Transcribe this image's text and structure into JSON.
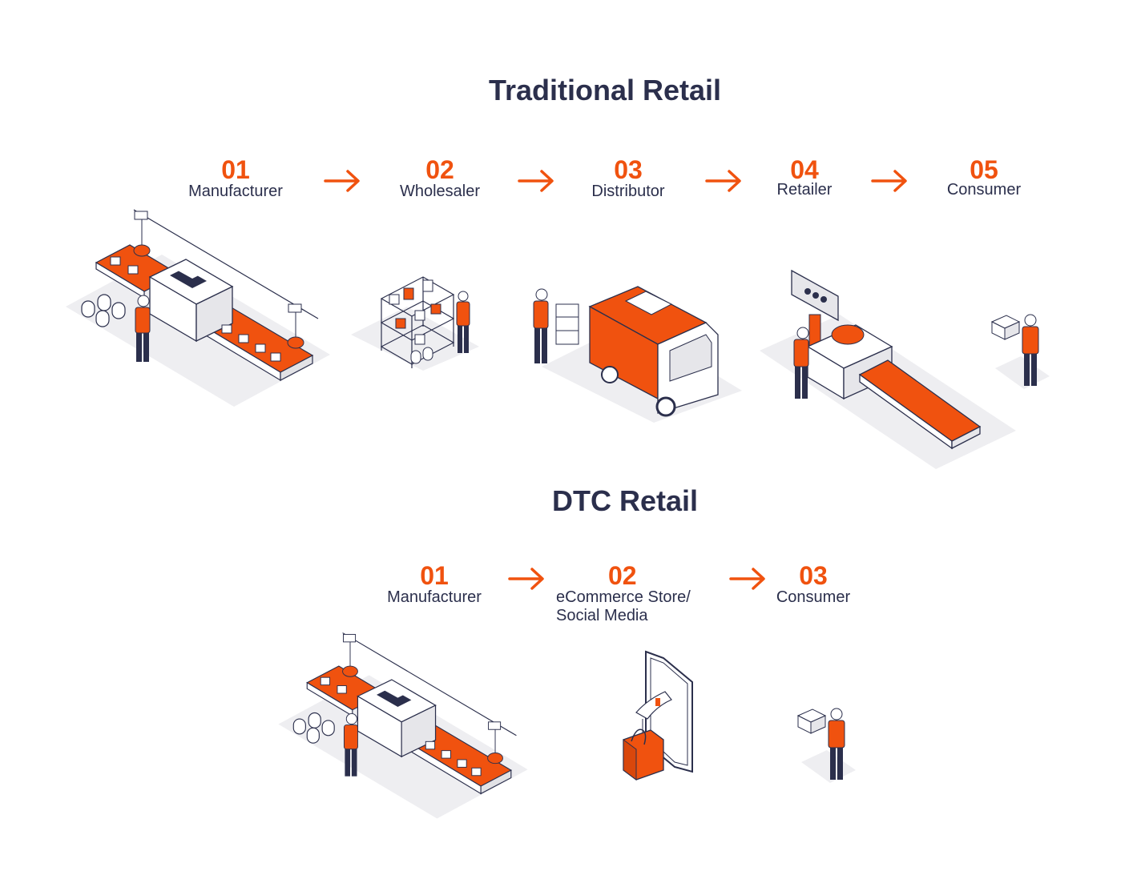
{
  "traditional": {
    "title": "Traditional Retail",
    "steps": [
      {
        "num": "01",
        "label": "Manufacturer"
      },
      {
        "num": "02",
        "label": "Wholesaler"
      },
      {
        "num": "03",
        "label": "Distributor"
      },
      {
        "num": "04",
        "label": "Retailer"
      },
      {
        "num": "05",
        "label": "Consumer"
      }
    ]
  },
  "dtc": {
    "title": "DTC Retail",
    "steps": [
      {
        "num": "01",
        "label": "Manufacturer"
      },
      {
        "num": "02",
        "label_line1": "eCommerce Store/",
        "label_line2": "Social Media"
      },
      {
        "num": "03",
        "label": "Consumer"
      }
    ]
  },
  "colors": {
    "accent": "#f0520f",
    "navy": "#2b2f4c",
    "grey": "#e9e9ec"
  },
  "icons": [
    "arrow-right-icon",
    "factory-conveyor-icon",
    "warehouse-shelf-icon",
    "delivery-truck-icon",
    "checkout-counter-icon",
    "consumer-with-box-icon",
    "smartphone-shopping-bag-icon"
  ]
}
